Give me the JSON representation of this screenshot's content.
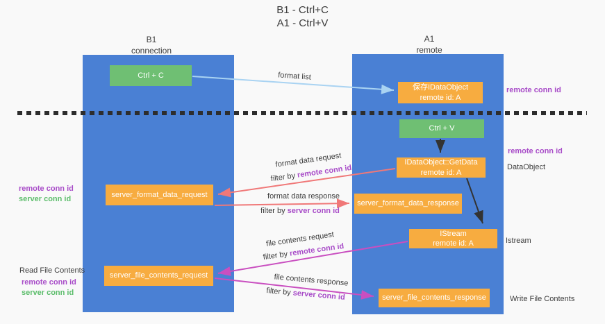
{
  "title": {
    "line1": "B1 - Ctrl+C",
    "line2": "A1 - Ctrl+V"
  },
  "lanes": {
    "left": {
      "title": "B1",
      "subtitle": "connection"
    },
    "right": {
      "title": "A1",
      "subtitle": "remote"
    }
  },
  "nodes": {
    "ctrl_c": {
      "label": "Ctrl + C"
    },
    "ctrl_v": {
      "label": "Ctrl + V"
    },
    "save_idataobject": {
      "line1": "保存IDataObject",
      "line2": "remote id: A"
    },
    "idataobject_getdata": {
      "line1": "IDataObject::GetData",
      "line2": "remote id: A"
    },
    "istream": {
      "line1": "IStream",
      "line2": "remote id: A"
    },
    "server_format_data_request": {
      "label": "server_format_data_request"
    },
    "server_format_data_response": {
      "label": "server_format_data_response"
    },
    "server_file_contents_request": {
      "label": "server_file_contents_request"
    },
    "server_file_contents_response": {
      "label": "server_file_contents_response"
    }
  },
  "edge_labels": {
    "format_list": "format list",
    "format_data_request": {
      "title": "format data request",
      "prefix": "filter by",
      "key": "remote conn id"
    },
    "format_data_response": {
      "title": "format data response",
      "prefix": "filter by",
      "key": "server conn id"
    },
    "file_contents_request": {
      "title": "file contents request",
      "prefix": "filter by",
      "key": "remote conn id"
    },
    "file_contents_response": {
      "title": "file contents response",
      "prefix": "filter by",
      "key": "server conn id"
    }
  },
  "annotations": {
    "left_mid": {
      "remote": "remote conn id",
      "server": "server conn id"
    },
    "left_bottom": {
      "title": "Read File Contents",
      "remote": "remote conn id",
      "server": "server conn id"
    },
    "right_top": {
      "remote": "remote conn id"
    },
    "right_mid": {
      "remote": "remote conn id",
      "object": "DataObject"
    },
    "right_istream": {
      "label": "Istream"
    },
    "right_bottom": {
      "label": "Write File Contents"
    }
  },
  "colors": {
    "lane_blue": "#4A80D4",
    "box_green": "#6FBF73",
    "box_orange": "#F7AC40",
    "arrow_lightblue": "#A9D3F2",
    "arrow_black": "#333333",
    "arrow_red": "#F07878",
    "arrow_magenta": "#C94FC0",
    "text_purple": "#A84CC8",
    "text_green": "#5CBD6B"
  }
}
